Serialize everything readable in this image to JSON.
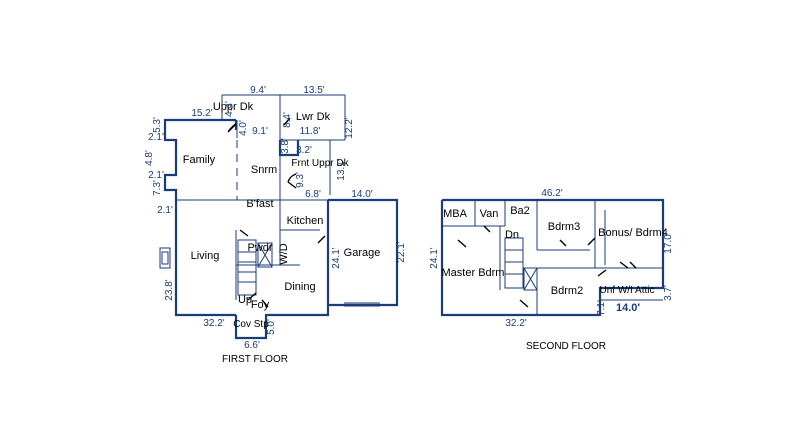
{
  "first_floor": {
    "label": "FIRST FLOOR",
    "rooms": [
      "Family",
      "Snrm",
      "Uppr Dk",
      "Lwr Dk",
      "Frnt Uppr Dk",
      "B'fast",
      "Kitchen",
      "Garage",
      "Living",
      "Pwdr",
      "W/D",
      "Dining",
      "Foy",
      "Up",
      "Cov Stp"
    ],
    "dims": [
      "9.4'",
      "13.5'",
      "15.2'",
      "4.4'",
      "4.0'",
      "9.1'",
      "8.4'",
      "11.8'",
      "12.2'",
      "5.3'",
      "2.1'",
      "4.8'",
      "2.1'",
      "7.3'",
      "3.8'",
      "3.2'",
      "9.3'",
      "13.1'",
      "6.8'",
      "14.0'",
      "2.1'",
      "24.1'",
      "22.1'",
      "23.8'",
      "32.2'",
      "5.0'",
      "6.6'"
    ]
  },
  "second_floor": {
    "label": "SECOND FLOOR",
    "rooms": [
      "MBA",
      "Van",
      "Ba2",
      "Dn",
      "Bdrm3",
      "Bonus/ Bdrm4",
      "Master Bdrm",
      "Bdrm2",
      "Unf W/I Attic"
    ],
    "dims": [
      "46.2'",
      "24.1'",
      "17.0'",
      "3.7'",
      "7.1'",
      "32.2'",
      "14.0'"
    ]
  }
}
